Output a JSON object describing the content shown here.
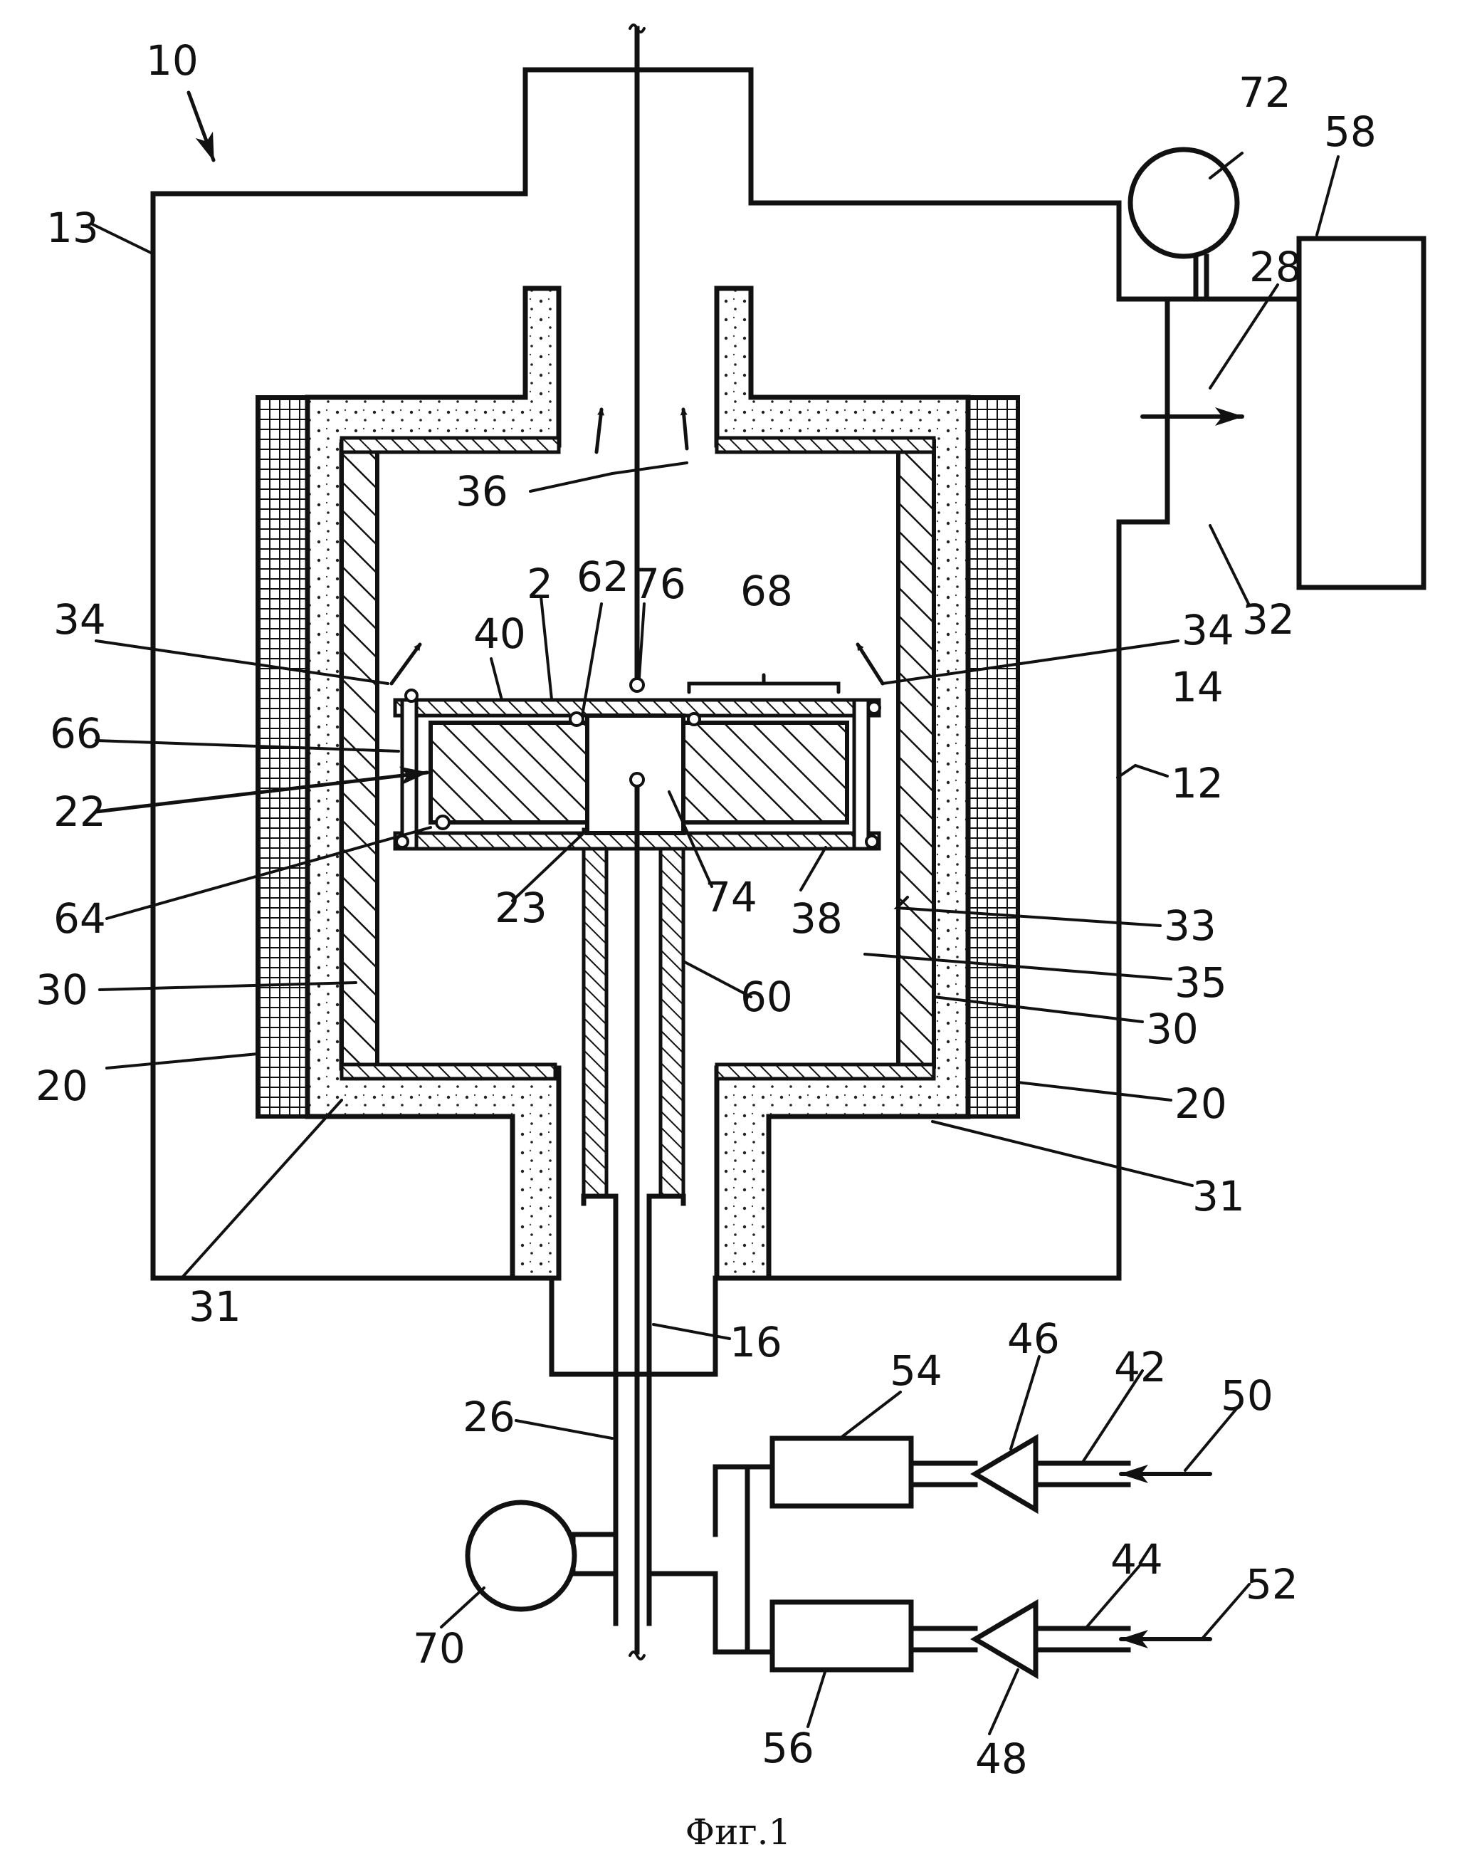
{
  "caption": "Фиг.1",
  "labels": {
    "l10": "10",
    "l13": "13",
    "l72": "72",
    "l58": "58",
    "l28": "28",
    "l36": "36",
    "l32": "32",
    "l2": "2",
    "l62": "62",
    "l76": "76",
    "l68": "68",
    "l34a": "34",
    "l34b": "34",
    "l40": "40",
    "l14": "14",
    "l66": "66",
    "l12": "12",
    "l22": "22",
    "l64": "64",
    "l23": "23",
    "l74": "74",
    "l38": "38",
    "l33": "33",
    "l30a": "30",
    "l35": "35",
    "l60": "60",
    "l30b": "30",
    "l20a": "20",
    "l20b": "20",
    "l31a": "31",
    "l31b": "31",
    "l16": "16",
    "l54": "54",
    "l46": "46",
    "l42": "42",
    "l50": "50",
    "l26": "26",
    "l44": "44",
    "l52": "52",
    "l70": "70",
    "l56": "56",
    "l48": "48"
  },
  "colors": {
    "ink": "#111111",
    "paper": "#ffffff"
  }
}
